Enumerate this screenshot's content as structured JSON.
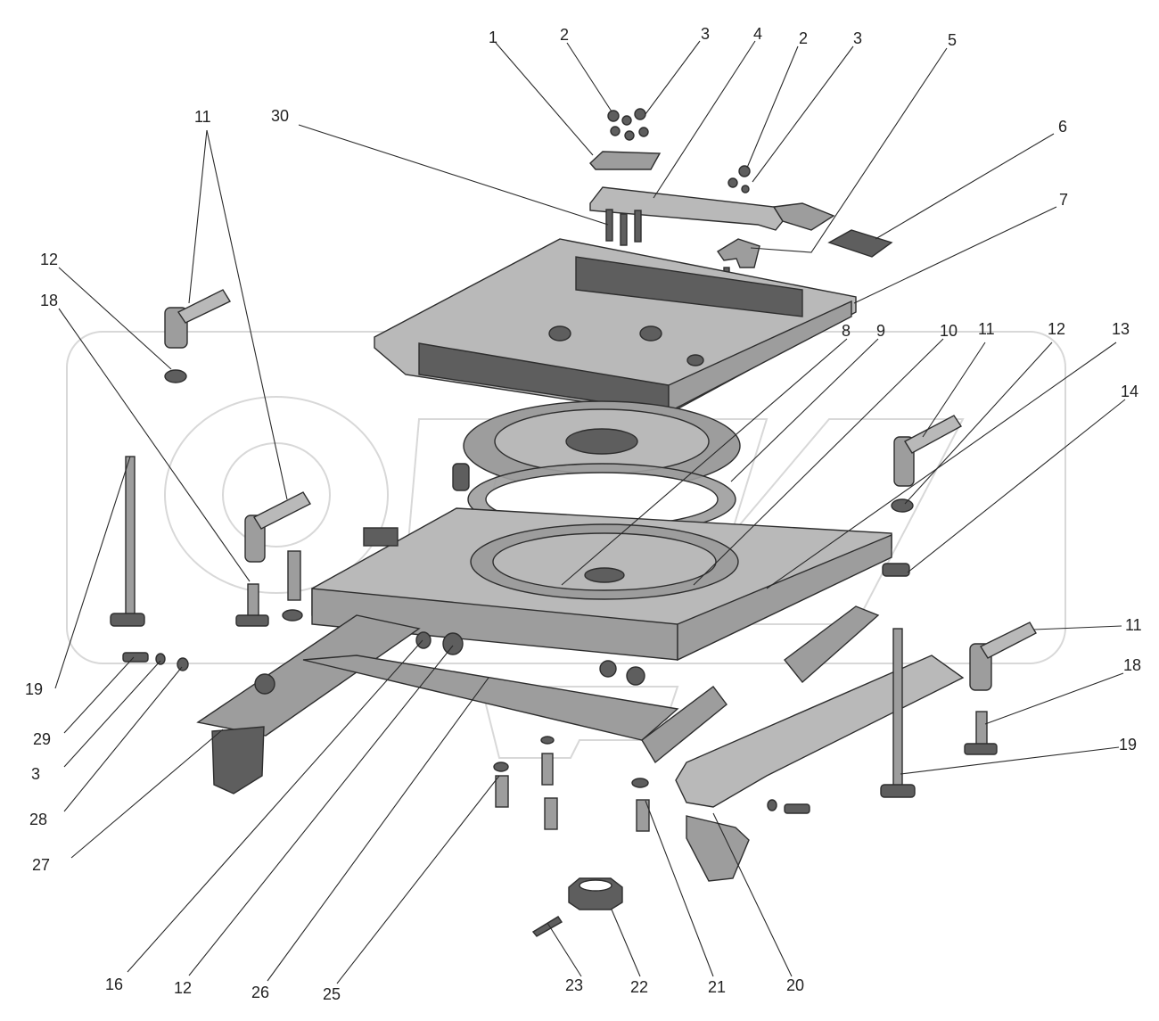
{
  "diagram": {
    "watermark_colors": {
      "stroke": "#d8d8d8"
    },
    "part_colors": {
      "light": "#b9b9b9",
      "mid": "#9d9d9d",
      "dark": "#5e5e5e"
    },
    "callouts": [
      {
        "id": "c1",
        "label": "1"
      },
      {
        "id": "c2a",
        "label": "2"
      },
      {
        "id": "c3a",
        "label": "3"
      },
      {
        "id": "c4",
        "label": "4"
      },
      {
        "id": "c2b",
        "label": "2"
      },
      {
        "id": "c3b",
        "label": "3"
      },
      {
        "id": "c5",
        "label": "5"
      },
      {
        "id": "c30",
        "label": "30"
      },
      {
        "id": "c6",
        "label": "6"
      },
      {
        "id": "c7",
        "label": "7"
      },
      {
        "id": "c11a",
        "label": "11"
      },
      {
        "id": "c12a",
        "label": "12"
      },
      {
        "id": "c18a",
        "label": "18"
      },
      {
        "id": "c8",
        "label": "8"
      },
      {
        "id": "c9",
        "label": "9"
      },
      {
        "id": "c10",
        "label": "10"
      },
      {
        "id": "c11b",
        "label": "11"
      },
      {
        "id": "c12b",
        "label": "12"
      },
      {
        "id": "c13",
        "label": "13"
      },
      {
        "id": "c14",
        "label": "14"
      },
      {
        "id": "c11c",
        "label": "11"
      },
      {
        "id": "c18b",
        "label": "18"
      },
      {
        "id": "c19a",
        "label": "19"
      },
      {
        "id": "c19b",
        "label": "19"
      },
      {
        "id": "c29",
        "label": "29"
      },
      {
        "id": "c3c",
        "label": "3"
      },
      {
        "id": "c28",
        "label": "28"
      },
      {
        "id": "c27",
        "label": "27"
      },
      {
        "id": "c16",
        "label": "16"
      },
      {
        "id": "c12c",
        "label": "12"
      },
      {
        "id": "c26",
        "label": "26"
      },
      {
        "id": "c25",
        "label": "25"
      },
      {
        "id": "c23",
        "label": "23"
      },
      {
        "id": "c22",
        "label": "22"
      },
      {
        "id": "c21",
        "label": "21"
      },
      {
        "id": "c20",
        "label": "20"
      }
    ]
  }
}
